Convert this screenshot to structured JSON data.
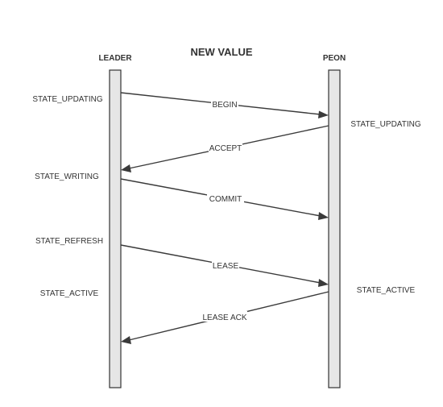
{
  "diagram": {
    "title": "NEW VALUE",
    "leader": {
      "name": "LEADER",
      "states": [
        "STATE_UPDATING",
        "STATE_WRITING",
        "STATE_REFRESH",
        "STATE_ACTIVE"
      ]
    },
    "peon": {
      "name": "PEON",
      "states": [
        "STATE_UPDATING",
        "STATE_ACTIVE"
      ]
    },
    "messages": [
      {
        "label": "BEGIN",
        "from": "leader",
        "to": "peon"
      },
      {
        "label": "ACCEPT",
        "from": "peon",
        "to": "leader"
      },
      {
        "label": "COMMIT",
        "from": "leader",
        "to": "peon"
      },
      {
        "label": "LEASE",
        "from": "leader",
        "to": "peon"
      },
      {
        "label": "LEASE ACK",
        "from": "peon",
        "to": "leader"
      }
    ],
    "colors": {
      "lifeline_fill": "#e6e6e6",
      "stroke": "#333333",
      "text": "#333333"
    }
  }
}
